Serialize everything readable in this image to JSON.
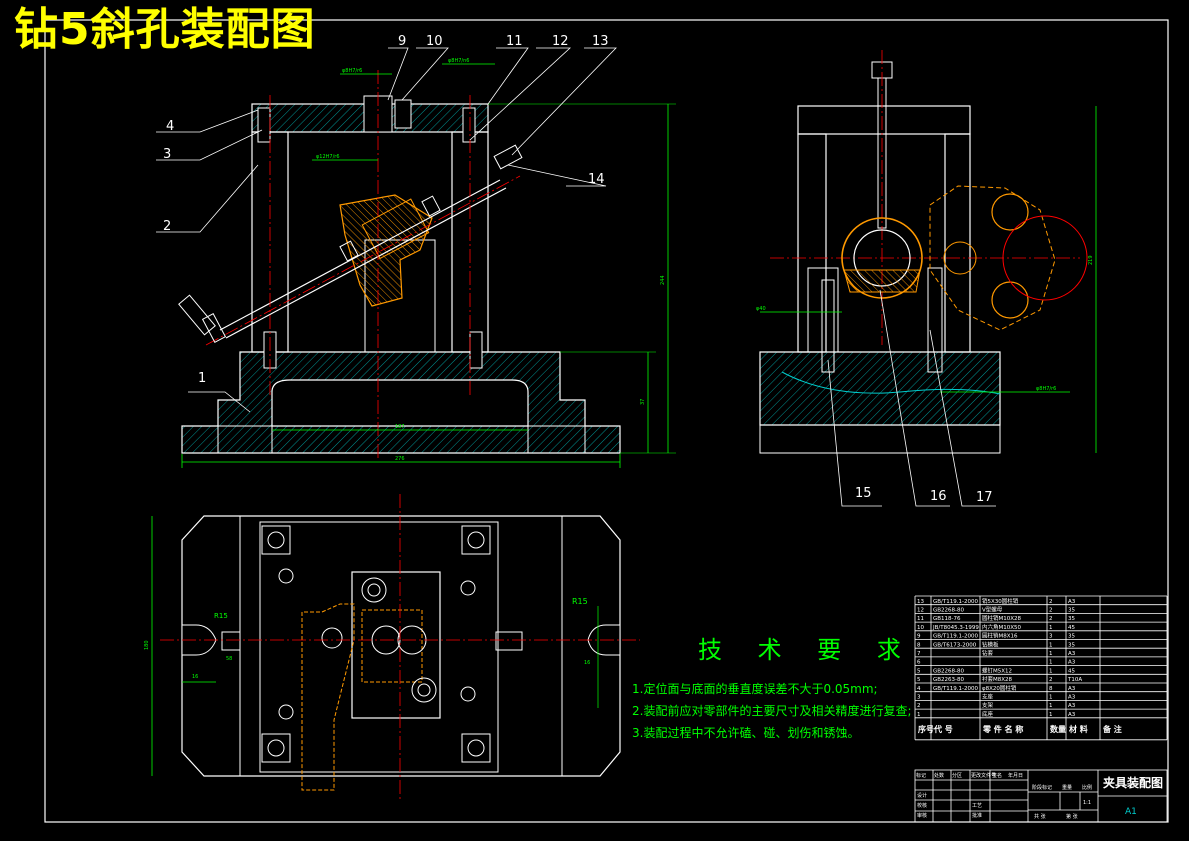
{
  "title": "钻5斜孔装配图",
  "balloons": {
    "b1": "1",
    "b2": "2",
    "b3": "3",
    "b4": "4",
    "b9": "9",
    "b10": "10",
    "b11": "11",
    "b12": "12",
    "b13": "13",
    "b14": "14",
    "b15": "15",
    "b16": "16",
    "b17": "17"
  },
  "dims": {
    "fit_top_left": "φ8H7/r6",
    "fit_top_right": "φ8H7/n6",
    "fit_center": "φ12H7/r6",
    "width_inner": "187",
    "width_overall": "276",
    "height_side": "37",
    "height_total": "244",
    "side_height": "219",
    "side_dia": "φ40",
    "side_fit": "φ8H7/r6",
    "plan_r15_left": "R15",
    "plan_r15_right": "R15",
    "plan_58": "58",
    "plan_16": "16",
    "plan_height": "180",
    "plan_right_small": "16"
  },
  "technical": {
    "heading": "技 术 要 求",
    "notes": [
      "1.定位面与底面的垂直度误差不大于0.05mm;",
      "2.装配前应对零部件的主要尺寸及相关精度进行复查;",
      "3.装配过程中不允许磕、碰、划伤和锈蚀。"
    ]
  },
  "bom": {
    "rows": [
      {
        "no": "13",
        "code": "GB/T119.1-2000",
        "name": "销5X30圆柱销",
        "qty": "2",
        "mat": "A3"
      },
      {
        "no": "12",
        "code": "GB2268-80",
        "name": "V型螺母",
        "qty": "2",
        "mat": "35"
      },
      {
        "no": "11",
        "code": "GB118-76",
        "name": "圆柱销M10X28",
        "qty": "2",
        "mat": "35"
      },
      {
        "no": "10",
        "code": "JB/T8045.3-1999",
        "name": "内六角M10X50",
        "qty": "1",
        "mat": "45"
      },
      {
        "no": "9",
        "code": "GB/T119.1-2000",
        "name": "圆柱销M8X16",
        "qty": "3",
        "mat": "35"
      },
      {
        "no": "8",
        "code": "GB/T6173-2000",
        "name": "钻模板",
        "qty": "1",
        "mat": "35"
      },
      {
        "no": "7",
        "code": "",
        "name": "钻套",
        "qty": "1",
        "mat": "A3"
      },
      {
        "no": "6",
        "code": "",
        "name": "",
        "qty": "1",
        "mat": "A3"
      },
      {
        "no": "5",
        "code": "GB2268-80",
        "name": "螺钉M5X12",
        "qty": "1",
        "mat": "45"
      },
      {
        "no": "5",
        "code": "GB2263-80",
        "name": "衬套M8X28",
        "qty": "2",
        "mat": "T10A"
      },
      {
        "no": "4",
        "code": "GB/T119.1-2000",
        "name": "φ8X20圆柱销",
        "qty": "8",
        "mat": "A3"
      },
      {
        "no": "3",
        "code": "",
        "name": "支座",
        "qty": "1",
        "mat": "A3"
      },
      {
        "no": "2",
        "code": "",
        "name": "支架",
        "qty": "1",
        "mat": "A3"
      },
      {
        "no": "1",
        "code": "",
        "name": "底座",
        "qty": "1",
        "mat": "A3"
      }
    ],
    "header": {
      "no": "序号",
      "code": "代 号",
      "name": "零 件 名 称",
      "qty": "数量",
      "mat": "材 料",
      "note": "备 注"
    }
  },
  "titleblock": {
    "name": "夹具装配图",
    "sheet": "A1",
    "roles": [
      "设计",
      "校核",
      "审核",
      "工艺",
      "批准"
    ],
    "cols": [
      "标记",
      "处数",
      "分区",
      "更改文件号",
      "签名",
      "年月日"
    ],
    "stage": [
      "阶段标记",
      "重量",
      "比例"
    ],
    "sheets": [
      "共 张",
      "第 张"
    ],
    "scale": "1:1"
  },
  "colors": {
    "background": "#000000",
    "outline": "#ffffff",
    "center": "#ff0000",
    "dimension": "#00ff00",
    "hidden": "#ffff00",
    "hatch": "#00cccc",
    "part": "#ff9900"
  }
}
